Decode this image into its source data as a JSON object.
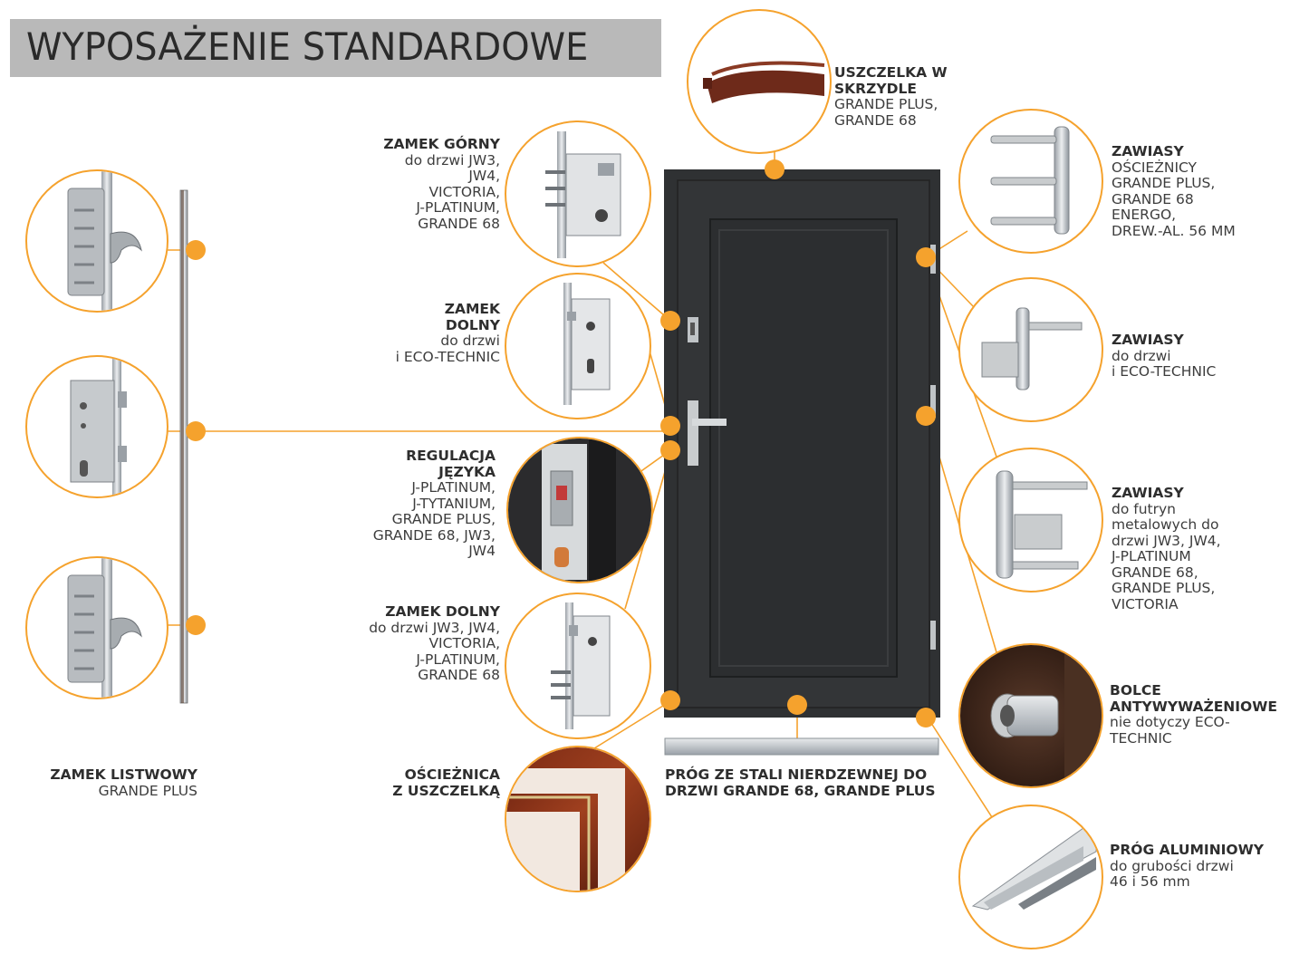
{
  "title": "WYPOSAŻENIE STANDARDOWE",
  "colors": {
    "accent": "#f5a22d",
    "door": "#2f3133",
    "title_bg": "#b9b9b9"
  },
  "labels": {
    "uszczelka": {
      "heading": [
        "USZCZELKA W",
        "SKRZYDLE"
      ],
      "body": [
        "GRANDE PLUS,",
        "GRANDE 68"
      ]
    },
    "zamek_gorny": {
      "heading": [
        "ZAMEK GÓRNY"
      ],
      "body": [
        "do drzwi JW3,",
        "JW4,",
        "VICTORIA,",
        "J-PLATINUM,",
        "GRANDE 68"
      ]
    },
    "zamek_dolny_eco": {
      "heading": [
        "ZAMEK",
        "DOLNY"
      ],
      "body": [
        "do drzwi",
        "i ECO-TECHNIC"
      ]
    },
    "regulacja": {
      "heading": [
        "REGULACJA",
        "JĘZYKA"
      ],
      "body": [
        "J-PLATINUM,",
        "J-TYTANIUM,",
        "GRANDE PLUS,",
        "GRANDE 68, JW3,",
        "JW4"
      ]
    },
    "zamek_dolny": {
      "heading": [
        "ZAMEK DOLNY"
      ],
      "body": [
        "do drzwi JW3, JW4,",
        "VICTORIA,",
        "J-PLATINUM,",
        "GRANDE 68"
      ]
    },
    "oscieznica": {
      "heading": [
        "OŚCIEŻNICA",
        "Z USZCZELKĄ"
      ],
      "body": []
    },
    "prog_stal": {
      "heading": [
        "PRÓG ZE STALI NIERDZEWNEJ DO",
        "DRZWI GRANDE 68, GRANDE PLUS"
      ],
      "body": []
    },
    "zamek_listwowy": {
      "heading": [
        "ZAMEK LISTWOWY"
      ],
      "body": [
        "GRANDE PLUS"
      ]
    },
    "zawiasy_osc": {
      "heading": [
        "ZAWIASY"
      ],
      "body": [
        "OŚCIEŻNICY",
        "GRANDE PLUS,",
        "GRANDE 68",
        "ENERGO,",
        "DREW.-AL. 56 MM"
      ]
    },
    "zawiasy_eco": {
      "heading": [
        "ZAWIASY"
      ],
      "body": [
        "do drzwi",
        "i ECO-TECHNIC"
      ]
    },
    "zawiasy_met": {
      "heading": [
        "ZAWIASY"
      ],
      "body": [
        "do futryn",
        "metalowych do",
        "drzwi JW3, JW4,",
        "J-PLATINUM",
        "GRANDE 68,",
        "GRANDE PLUS,",
        "VICTORIA"
      ]
    },
    "bolce": {
      "heading": [
        "BOLCE",
        "ANTYWYWAŻENIOWE"
      ],
      "body": [
        "nie dotyczy ECO-",
        "TECHNIC"
      ]
    },
    "prog_al": {
      "heading": [
        "PRÓG ALUMINIOWY"
      ],
      "body": [
        "do grubości drzwi",
        "46 i 56 mm"
      ]
    }
  }
}
